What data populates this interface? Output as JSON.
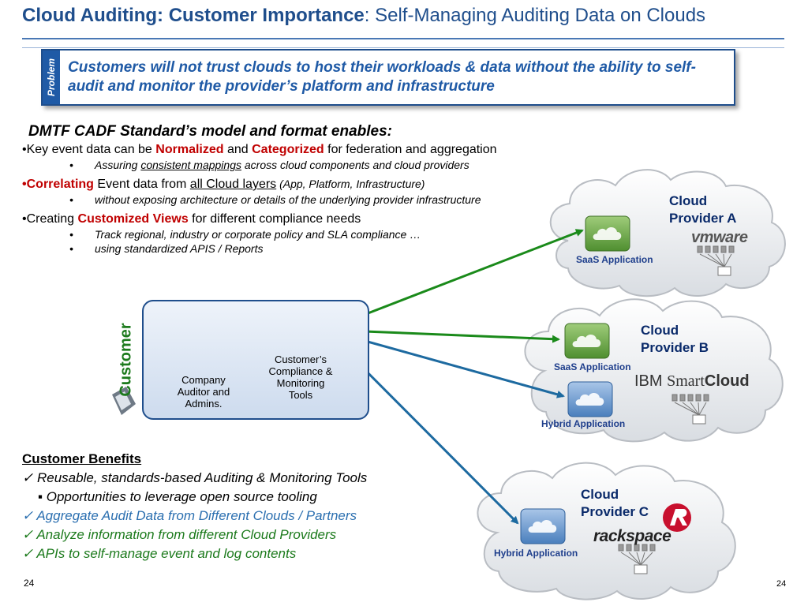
{
  "title": {
    "bold": "Cloud Auditing: Customer Importance",
    "rest": ": Self-Managing Auditing Data on Clouds"
  },
  "problem": {
    "tab": "Problem",
    "text": "Customers will not trust clouds to host their workloads & data without the ability to self-audit and monitor the provider’s platform and infrastructure"
  },
  "dmtf": {
    "heading": "DMTF CADF Standard’s model and format enables:",
    "b1": {
      "pre": "•Key event data can be ",
      "w1": "Normalized",
      "mid": " and ",
      "w2": "Categorized",
      "post": " for federation and aggregation"
    },
    "b1_sub": {
      "pre": "Assuring ",
      "link": "consistent mappings",
      "post": " across cloud components and cloud providers"
    },
    "b2": {
      "dot": "•",
      "w1": "Correlating",
      "mid": " Event data from ",
      "link": "all Cloud layers",
      "paren": " (App, Platform, Infrastructure)"
    },
    "b2_sub": "without exposing architecture or details of the underlying provider infrastructure",
    "b3": {
      "pre": "•Creating ",
      "w1": "Customized Views",
      "post": " for different compliance needs"
    },
    "b3_sub1": "Track regional, industry  or corporate policy and SLA compliance …",
    "b3_sub2": "using standardized APIS / Reports",
    "sub_bullet": "•"
  },
  "customer": {
    "vertical": "Customer",
    "auditor": "Company Auditor and Admins.",
    "tools": "Customer’s Compliance & Monitoring Tools"
  },
  "clouds": {
    "a": {
      "title_l1": "Cloud",
      "title_l2": "Provider A",
      "app": "SaaS Application",
      "logo": "vmware"
    },
    "b": {
      "title_l1": "Cloud",
      "title_l2": "Provider B",
      "app1": "SaaS Application",
      "app2": "Hybrid Application",
      "logo_ibm": "IBM",
      "logo_sc1": "Smart",
      "logo_sc2": "Cloud"
    },
    "c": {
      "title_l1": "Cloud",
      "title_l2": "Provider C",
      "app": "Hybrid Application",
      "logo": "rackspace"
    }
  },
  "benefits": {
    "heading": "Customer Benefits",
    "items": [
      "✓ Reusable, standards-based Auditing & Monitoring Tools",
      "▪  Opportunities to leverage open source tooling",
      "✓ Aggregate Audit Data from Different Clouds / Partners",
      "✓ Analyze information from different Cloud Providers",
      "✓ APIs to self-manage event and log contents"
    ]
  },
  "page_left": "24",
  "page_right": "24",
  "colors": {
    "title": "#1f4e8c",
    "red": "#c00000",
    "green_arrow": "#1a8a1a",
    "blue_arrow": "#1d6aa0"
  }
}
